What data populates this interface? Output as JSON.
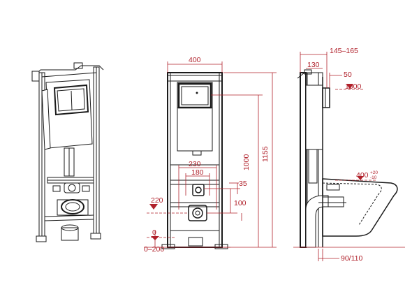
{
  "colors": {
    "outline": "#1a1a1a",
    "dimension": "#b0202a",
    "hatch": "#555555",
    "background": "#ffffff"
  },
  "front_view": {
    "width_label": "400",
    "height_total_label": "1155",
    "height_label": "1000",
    "outlet_spacing_label": "230",
    "inlet_spacing_label": "180",
    "drain_offset_label": "35",
    "drain_spacing_label": "100",
    "drain_level_label": "220",
    "floor_level_label": "0",
    "floor_adjust_label": "0–200"
  },
  "side_view": {
    "depth_label": "145–165",
    "frame_depth_label": "130",
    "button_offset_label": "50",
    "button_height_label": "1000",
    "bowl_height_label": "400",
    "bowl_height_sup": "+20",
    "bowl_height_sub": "-10",
    "wall_offset_label": "90/110"
  }
}
